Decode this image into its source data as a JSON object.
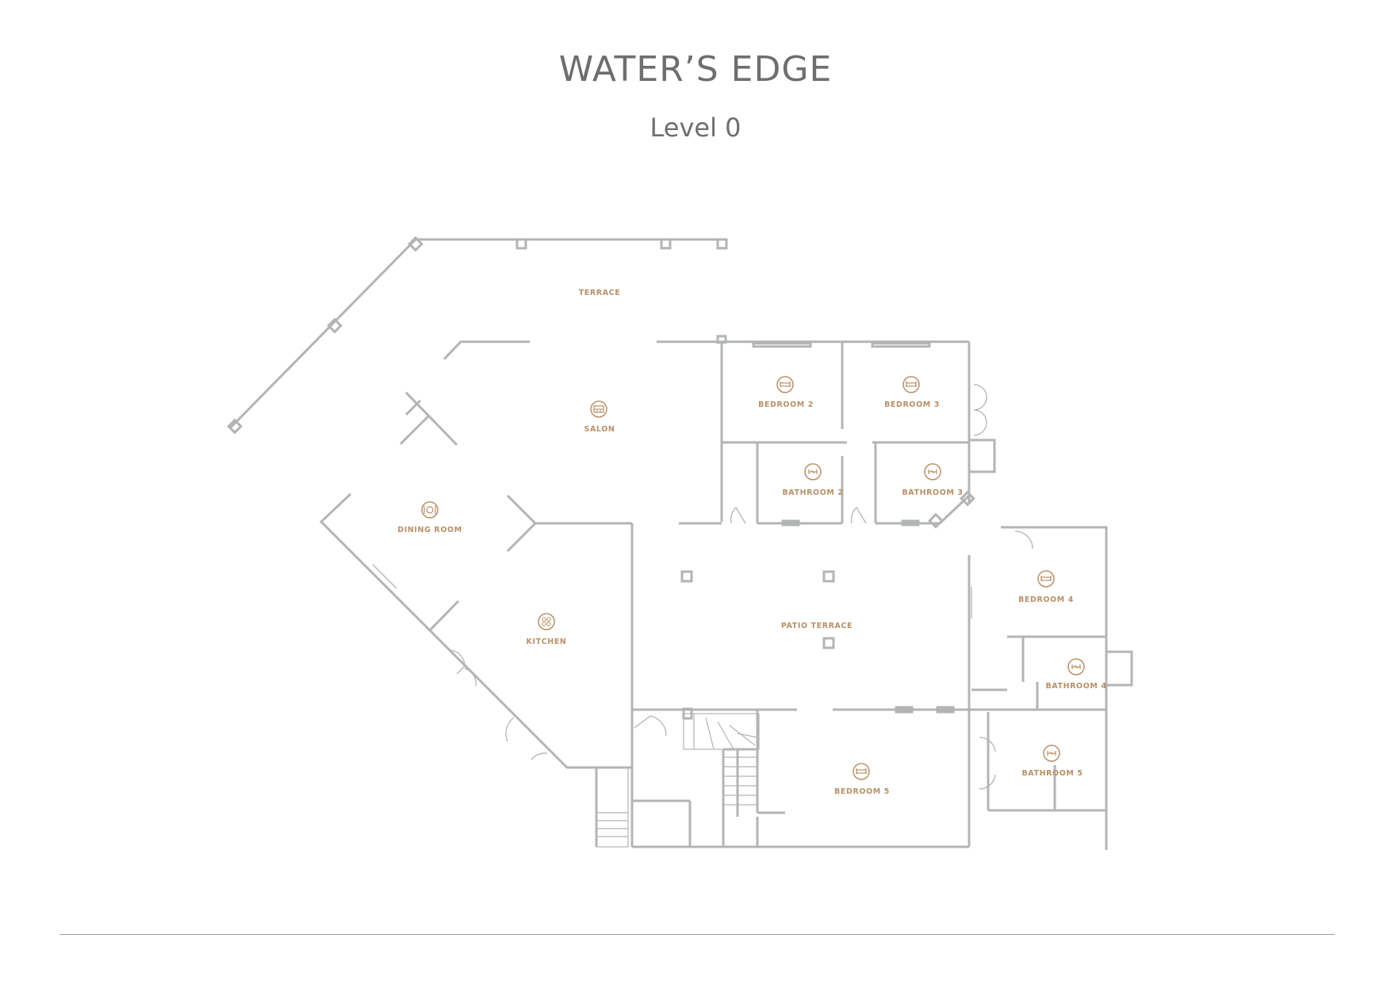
{
  "title": "WATER’S EDGE",
  "subtitle": "Level 0",
  "colors": {
    "wall": "#b3b4b6",
    "label": "#b99068",
    "title": "#6d6e70"
  },
  "rooms": [
    {
      "label": "TERRACE",
      "icon": "none"
    },
    {
      "label": "SALON",
      "icon": "sofa-icon"
    },
    {
      "label": "BEDROOM 2",
      "icon": "bed-icon"
    },
    {
      "label": "BEDROOM 3",
      "icon": "bed-icon"
    },
    {
      "label": "BATHROOM 2",
      "icon": "shower-icon"
    },
    {
      "label": "BATHROOM 3",
      "icon": "shower-icon"
    },
    {
      "label": "DINING ROOM",
      "icon": "dining-icon"
    },
    {
      "label": "KITCHEN",
      "icon": "stove-icon"
    },
    {
      "label": "PATIO TERRACE",
      "icon": "none"
    },
    {
      "label": "BEDROOM 4",
      "icon": "bed-icon"
    },
    {
      "label": "BATHROOM 4",
      "icon": "shower-icon"
    },
    {
      "label": "BEDROOM 5",
      "icon": "bed-icon"
    },
    {
      "label": "BATHROOM 5",
      "icon": "shower-icon"
    }
  ]
}
